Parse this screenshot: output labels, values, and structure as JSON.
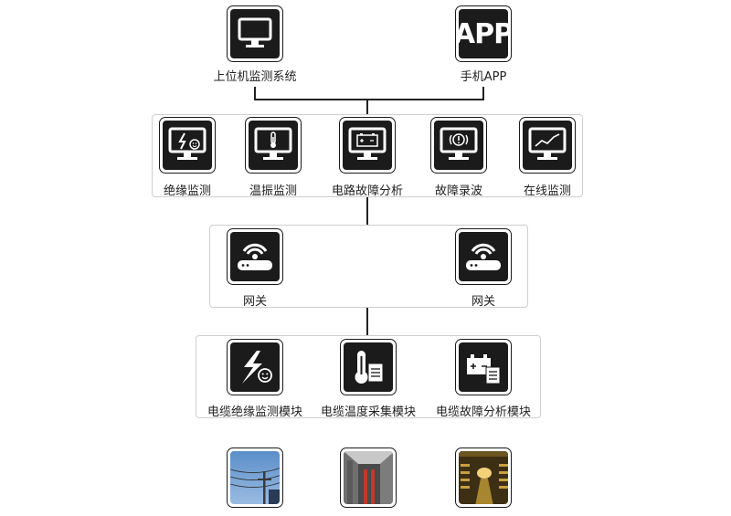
{
  "top": {
    "pc": {
      "label": "上位机监测系统",
      "icon": "monitor-icon"
    },
    "app": {
      "label": "手机APP",
      "icon_text": "APP"
    }
  },
  "functions": [
    {
      "label": "绝缘监测",
      "icon": "monitor-lightning-icon"
    },
    {
      "label": "温振监测",
      "icon": "monitor-thermometer-icon"
    },
    {
      "label": "电路故障分析",
      "icon": "monitor-battery-icon"
    },
    {
      "label": "故障录波",
      "icon": "monitor-warning-icon"
    },
    {
      "label": "在线监测",
      "icon": "monitor-trend-icon"
    }
  ],
  "gateways": [
    {
      "label": "网关",
      "icon": "router-icon"
    },
    {
      "label": "网关",
      "icon": "router-icon"
    }
  ],
  "modules": [
    {
      "label": "电缆绝缘监测模块",
      "icon": "lightning-icon"
    },
    {
      "label": "电缆温度采集模块",
      "icon": "thermometer-icon"
    },
    {
      "label": "电缆故障分析模块",
      "icon": "battery-icon"
    }
  ],
  "photos": [
    {
      "icon": "power-line-photo"
    },
    {
      "icon": "cable-trench-photo"
    },
    {
      "icon": "cable-tunnel-photo"
    }
  ]
}
